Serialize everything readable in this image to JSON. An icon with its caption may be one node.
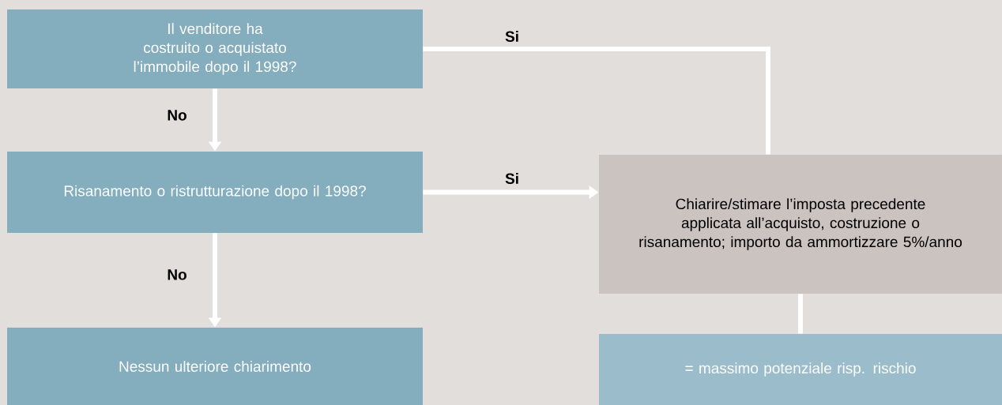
{
  "diagram": {
    "nodes": [
      {
        "text": [
          "Il venditore ha costruito o acquistato l’immobile dopo il 1998?"
        ]
      },
      {
        "text": [
          "Risanamento o ristrutturazione dopo il 1998?"
        ]
      },
      {
        "text": [
          "Nessun ulteriore chiarimento"
        ]
      },
      {
        "text": [
          "Chiarire/stimare l’imposta precedente applicata all’acquisto, costruzione o risanamento; importo da ammortizzare 5%/anno"
        ]
      },
      {
        "text": [
          "= massimo potenziale risp. rischio"
        ]
      }
    ],
    "edges": [
      {
        "from": 0,
        "to": 1,
        "arrow": "to",
        "label": "No"
      },
      {
        "from": 1,
        "to": 2,
        "arrow": "to",
        "label": "No"
      },
      {
        "from": 0,
        "to": 3,
        "arrow": "none",
        "label": "Si"
      },
      {
        "from": 1,
        "to": 3,
        "arrow": "to",
        "label": "Si"
      },
      {
        "from": 3,
        "to": 4,
        "arrow": "none"
      }
    ]
  }
}
